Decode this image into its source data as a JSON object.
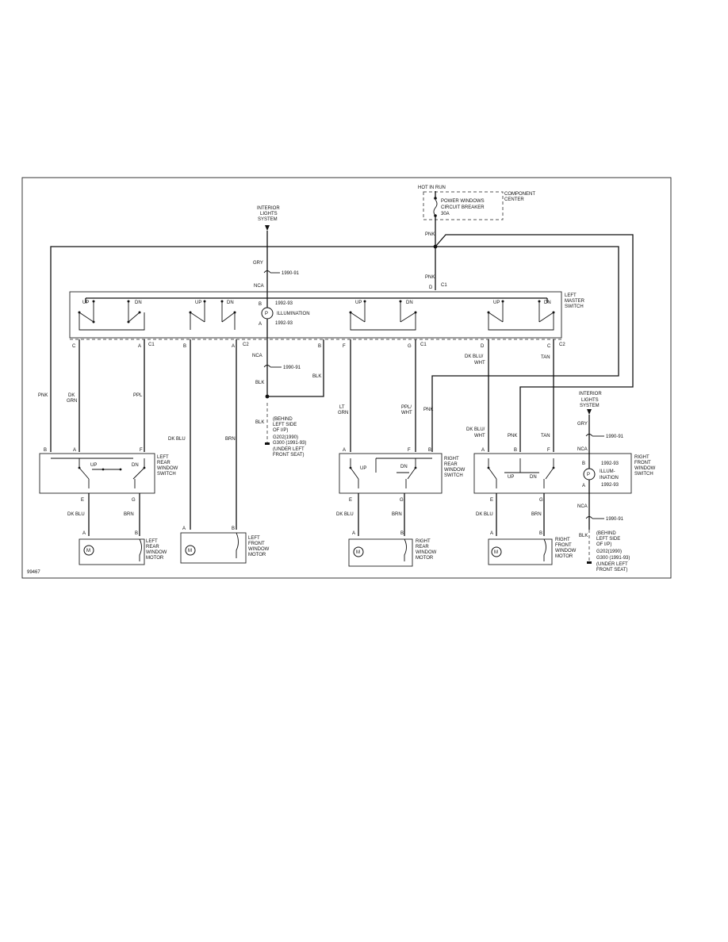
{
  "diagram_id": "99467",
  "supply": {
    "hot_in_run": "HOT IN RUN",
    "breaker_lines": [
      "POWER WINDOWS",
      "CIRCUIT BREAKER",
      "30A"
    ],
    "component_center": [
      "COMPONENT",
      "CENTER"
    ]
  },
  "interior_lights": [
    "INTERIOR",
    "LIGHTS",
    "SYSTEM"
  ],
  "master_switch": {
    "label": [
      "LEFT",
      "MASTER",
      "SWITCH"
    ],
    "illumination": "ILLUMINATION",
    "connector_c1": "C1",
    "connector_c2": "C2"
  },
  "wire_colors": {
    "pnk": "PNK",
    "gry": "GRY",
    "nca": "NCA",
    "blk": "BLK",
    "dk_grn": [
      "DK",
      "GRN"
    ],
    "ppl": "PPL",
    "dk_blu": "DK BLU",
    "brn": "BRN",
    "lt_grn": [
      "LT",
      "GRN"
    ],
    "ppl_wht": [
      "PPL/",
      "WHT"
    ],
    "dk_blu_wht": [
      "DK BLU/",
      "WHT"
    ],
    "tan": "TAN"
  },
  "years": {
    "y1990_91": "1990-91",
    "y1992_93": "1992-93"
  },
  "ground_note": [
    "(BEHIND",
    "LEFT SIDE",
    "OF I/P)",
    "G202(1990)",
    "G300 (1991-93)",
    "(UNDER LEFT",
    "FRONT SEAT)"
  ],
  "switch_labels": {
    "up": "UP",
    "dn": "DN",
    "illum": [
      "ILLUM-",
      "INATION"
    ]
  },
  "components": {
    "left_rear_switch": [
      "LEFT",
      "REAR",
      "WINDOW",
      "SWITCH"
    ],
    "right_rear_switch": [
      "RIGHT",
      "REAR",
      "WINDOW",
      "SWITCH"
    ],
    "right_front_switch": [
      "RIGHT",
      "FRONT",
      "WINDOW",
      "SWITCH"
    ],
    "left_rear_motor": [
      "LEFT",
      "REAR",
      "WINDOW",
      "MOTOR"
    ],
    "left_front_motor": [
      "LEFT",
      "FRONT",
      "WINDOW",
      "MOTOR"
    ],
    "right_rear_motor": [
      "RIGHT",
      "REAR",
      "WINDOW",
      "MOTOR"
    ],
    "right_front_motor": [
      "RIGHT",
      "FRONT",
      "WINDOW",
      "MOTOR"
    ]
  },
  "motor_symbol": "M",
  "pins": {
    "a": "A",
    "b": "B",
    "c": "C",
    "d": "D",
    "e": "E",
    "f": "F",
    "g": "G"
  }
}
